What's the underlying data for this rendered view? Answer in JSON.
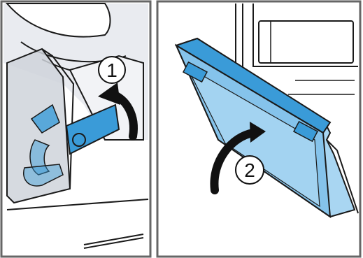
{
  "figure": {
    "panels": [
      {
        "step_label": "1",
        "arrow": "curved-arrow-upward-left",
        "object": "hinged-clip"
      },
      {
        "step_label": "2",
        "arrow": "curved-arrow-upward-right",
        "object": "hinged-lid"
      }
    ]
  },
  "colors": {
    "frame": "#666666",
    "line": "#1a1a1a",
    "part_blue": "#3a9bd8",
    "part_blue_light": "#a9d6f2",
    "shadow_grey": "#cfd3da",
    "arrow": "#111111"
  }
}
